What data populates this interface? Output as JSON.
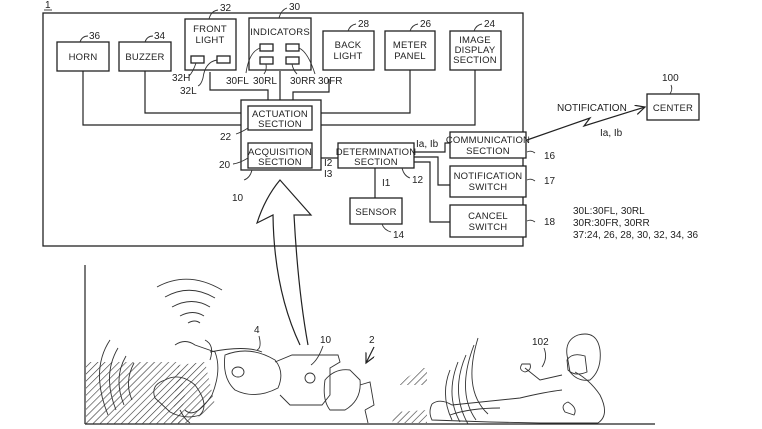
{
  "figure": {
    "fig_ref": "1",
    "system_ref": "10",
    "blocks": {
      "horn": {
        "label": [
          "HORN"
        ],
        "ref": "36"
      },
      "buzzer": {
        "label": [
          "BUZZER"
        ],
        "ref": "34"
      },
      "front_light": {
        "label": [
          "FRONT",
          "LIGHT"
        ],
        "ref": "32",
        "sub_refs": [
          "32H",
          "32L"
        ]
      },
      "indicators": {
        "label": [
          "INDICATORS"
        ],
        "ref": "30",
        "sub_refs": [
          "30FL",
          "30RL",
          "30RR",
          "30FR"
        ]
      },
      "back_light": {
        "label": [
          "BACK",
          "LIGHT"
        ],
        "ref": "28"
      },
      "meter_panel": {
        "label": [
          "METER",
          "PANEL"
        ],
        "ref": "26"
      },
      "image_display": {
        "label": [
          "IMAGE",
          "DISPLAY",
          "SECTION"
        ],
        "ref": "24"
      },
      "actuation": {
        "label": [
          "ACTUATION",
          "SECTION"
        ],
        "ref": "22"
      },
      "acquisition": {
        "label": [
          "ACQUISITION",
          "SECTION"
        ],
        "ref": "20"
      },
      "determination": {
        "label": [
          "DETERMINATION",
          "SECTION"
        ],
        "ref": "12"
      },
      "sensor": {
        "label": [
          "SENSOR"
        ],
        "ref": "14"
      },
      "communication": {
        "label": [
          "COMMUNICATION",
          "SECTION"
        ],
        "ref": "16"
      },
      "notification_switch": {
        "label": [
          "NOTIFICATION",
          "SWITCH"
        ],
        "ref": "17"
      },
      "cancel_switch": {
        "label": [
          "CANCEL",
          "SWITCH"
        ],
        "ref": "18"
      },
      "center": {
        "label": [
          "CENTER"
        ],
        "ref": "100"
      }
    },
    "signals": {
      "i1": "I1",
      "i2": "I2",
      "i3": "I3",
      "ia_ib": "Ia, Ib",
      "notification": "NOTIFICATION",
      "notification_signal": "Ia, Ib"
    },
    "legend": [
      "30L:30FL, 30RL",
      "30R:30FR, 30RR",
      "37:24, 26, 28, 30, 32, 34, 36"
    ],
    "scene": {
      "motorcycle_ref": "2",
      "body_ref": "4",
      "device_ref": "10",
      "rider_ref": "102"
    }
  }
}
